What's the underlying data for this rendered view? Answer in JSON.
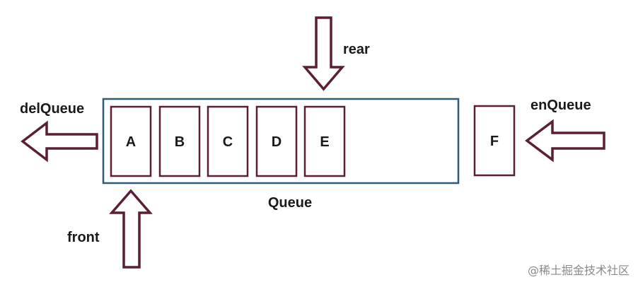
{
  "labels": {
    "rear": "rear",
    "front": "front",
    "del_queue": "delQueue",
    "en_queue": "enQueue",
    "queue": "Queue"
  },
  "queue_cells": [
    "A",
    "B",
    "C",
    "D",
    "E"
  ],
  "incoming_cell": "F",
  "watermark": "@稀土掘金技术社区",
  "colors": {
    "arrow_stroke": "#5a1f34",
    "cell_stroke": "#5a1f34",
    "queue_border": "#2e5a7e",
    "text": "#1a1a1a",
    "watermark": "#8a8a8a"
  }
}
